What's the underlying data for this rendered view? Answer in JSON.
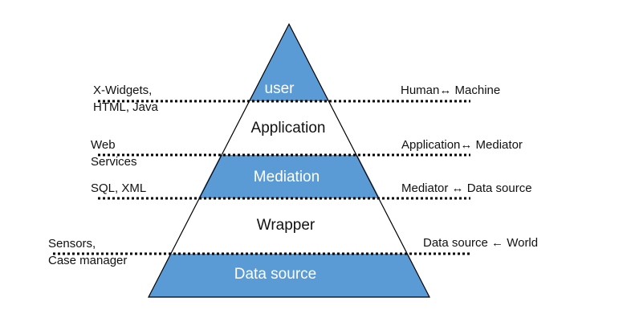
{
  "diagram": {
    "layers": [
      {
        "label": "user",
        "fill": "#5b9bd5",
        "text_color": "#ffffff"
      },
      {
        "label": "Application",
        "fill": "#ffffff",
        "text_color": "#111111"
      },
      {
        "label": "Mediation",
        "fill": "#5b9bd5",
        "text_color": "#ffffff"
      },
      {
        "label": "Wrapper",
        "fill": "#ffffff",
        "text_color": "#111111"
      },
      {
        "label": "Data source",
        "fill": "#5b9bd5",
        "text_color": "#ffffff"
      }
    ],
    "left_labels": [
      {
        "line1": "X-Widgets,",
        "line2": "HTML, Java"
      },
      {
        "line1": "Web",
        "line2": "Services"
      },
      {
        "line1": "SQL, XML",
        "line2": ""
      },
      {
        "line1": "Sensors,",
        "line2": "Case manager"
      }
    ],
    "right_labels": [
      "Human↔ Machine",
      "Application↔ Mediator",
      "Mediator ↔ Data source",
      "Data source ← World"
    ],
    "colors": {
      "accent": "#5b9bd5",
      "outline": "#000000"
    }
  }
}
